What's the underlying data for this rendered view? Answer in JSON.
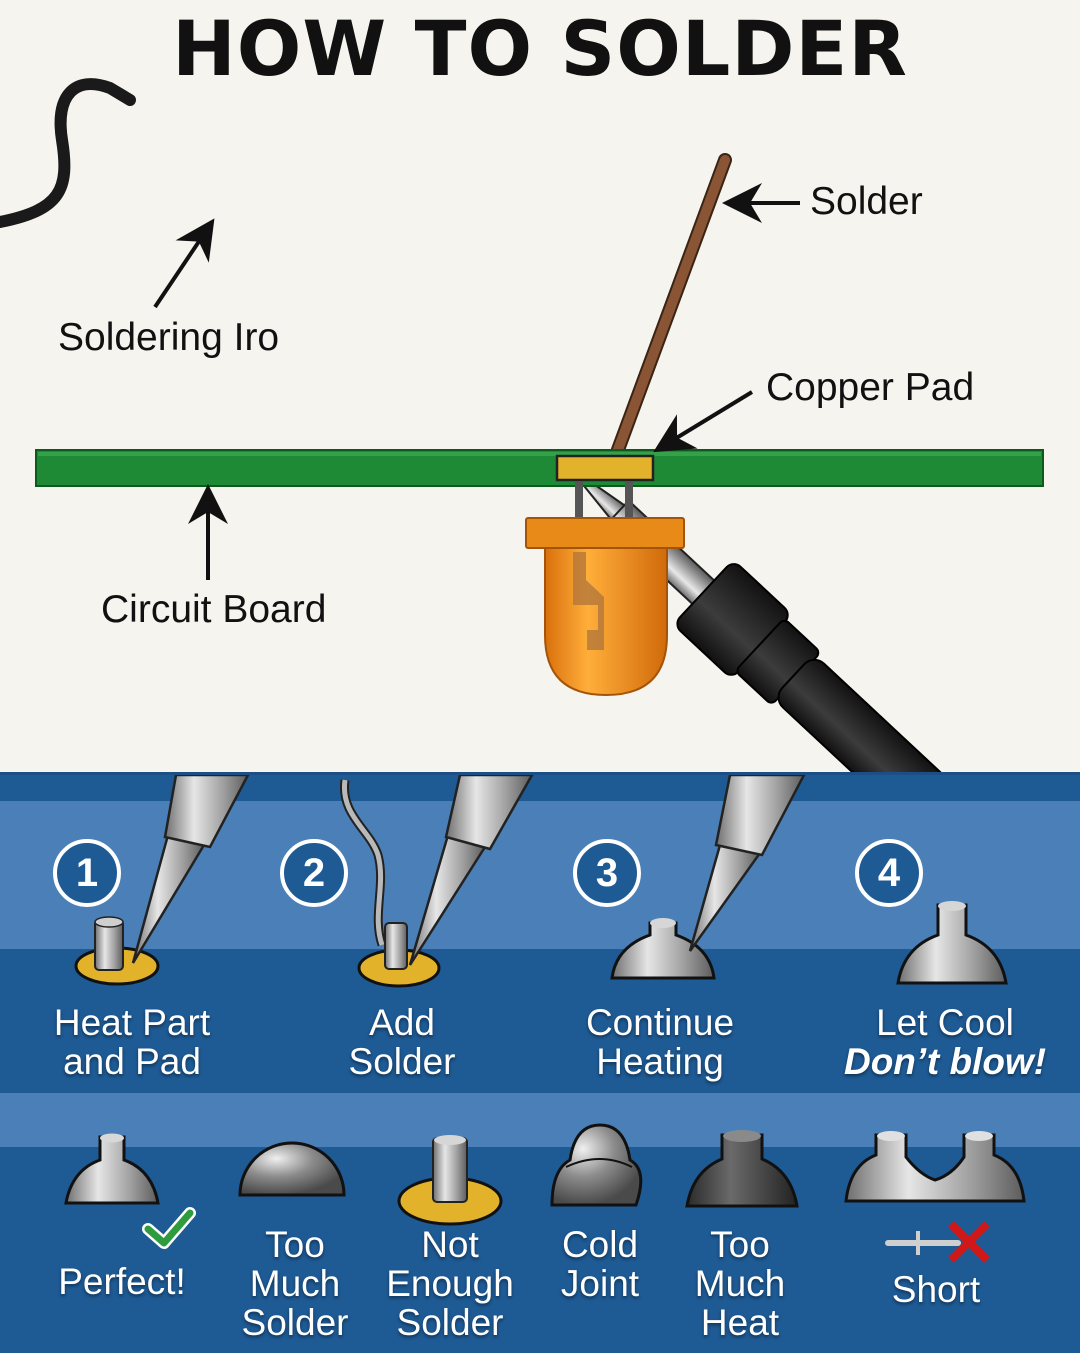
{
  "title": "HOW TO SOLDER",
  "diagram": {
    "labels": {
      "soldering_iron": "Soldering Iro",
      "solder": "Solder",
      "copper_pad": "Copper Pad",
      "circuit_board": "Circuit Board"
    },
    "colors": {
      "background": "#f6f4ef",
      "board": "#1f8a36",
      "pad": "#e2b22b",
      "solder_wire": "#7a4a2c",
      "led": "#f0921e",
      "iron_handle": "#1e1e1e"
    }
  },
  "steps": [
    {
      "number": "1",
      "line1": "Heat Part",
      "line2": "and Pad"
    },
    {
      "number": "2",
      "line1": "Add",
      "line2": "Solder"
    },
    {
      "number": "3",
      "line1": "Continue",
      "line2": "Heating"
    },
    {
      "number": "4",
      "line1": "Let Cool",
      "line2": "Don’t blow!"
    }
  ],
  "joints": [
    {
      "id": "perfect",
      "line1": "Perfect!",
      "line2": "",
      "line3": "",
      "mark": "check-icon"
    },
    {
      "id": "too-much-solder",
      "line1": "Too",
      "line2": "Much",
      "line3": "Solder"
    },
    {
      "id": "not-enough-solder",
      "line1": "Not",
      "line2": "Enough",
      "line3": "Solder"
    },
    {
      "id": "cold-joint",
      "line1": "Cold",
      "line2": "Joint",
      "line3": ""
    },
    {
      "id": "too-much-heat",
      "line1": "Too",
      "line2": "Much",
      "line3": "Heat"
    },
    {
      "id": "short",
      "line1": "Short",
      "line2": "",
      "line3": "",
      "mark": "x-icon"
    }
  ],
  "panel_colors": {
    "dark": "#1e5a94",
    "light": "#4a80b7",
    "check": "#2e9c3e",
    "cross": "#d01818"
  }
}
